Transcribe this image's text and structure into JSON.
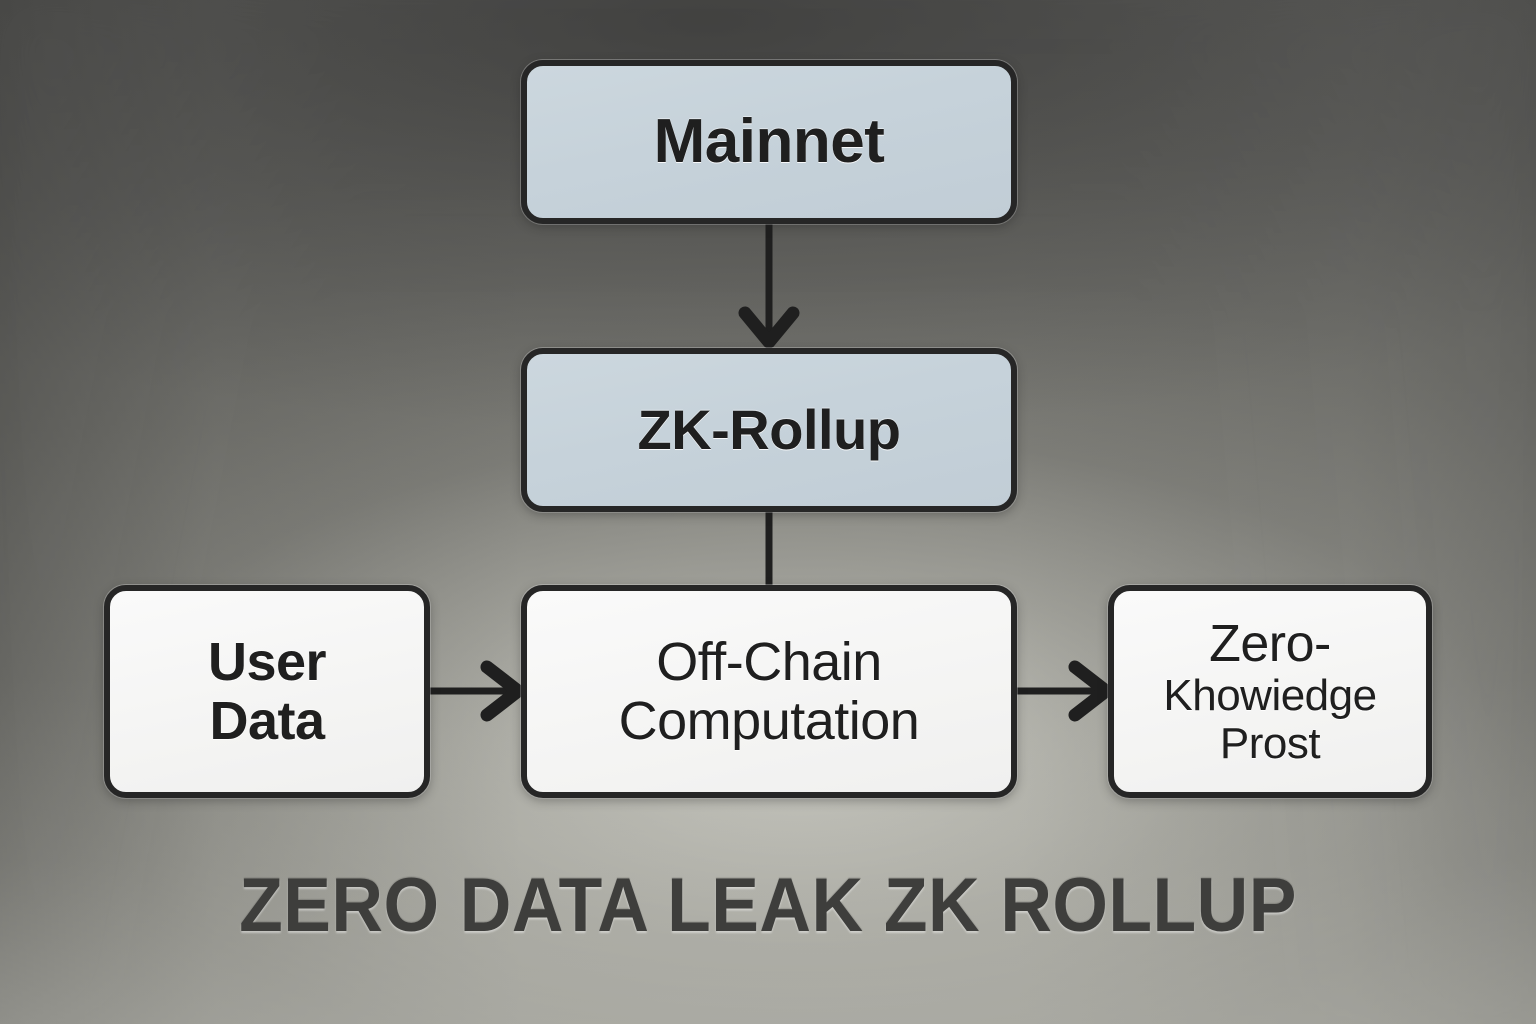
{
  "diagram": {
    "caption": "ZERO DATA LEAK ZK ROLLUP",
    "background_colors": {
      "dark_gray": "#5b5b59",
      "mid_gray": "#8c8c86",
      "light_gray": "#d6d6ce"
    },
    "node_colors": {
      "blue_fill": "#c6d2da",
      "white_fill": "#f5f5f4",
      "border": "#262626",
      "text": "#1f1f1f",
      "caption_text": "#3e3e3c"
    },
    "nodes": [
      {
        "id": "mainnet",
        "label": "Mainnet",
        "fill": "blue"
      },
      {
        "id": "zkrollup",
        "label": "ZK-Rollup",
        "fill": "blue"
      },
      {
        "id": "userdata",
        "label": "User\nData",
        "line1": "User",
        "line2": "Data",
        "fill": "white"
      },
      {
        "id": "offchain",
        "label": "Off-Chain\nComputation",
        "line1": "Off-Chain",
        "line2": "Computation",
        "fill": "white"
      },
      {
        "id": "zkproof",
        "label": "Zero-\nKhowiedge\nProst",
        "line1": "Zero-",
        "line2": "Khowiedge",
        "line3": "Prost",
        "fill": "white"
      }
    ],
    "edges": [
      {
        "id": "mainnet-to-zkrollup",
        "from": "mainnet",
        "to": "zkrollup",
        "direction": "down",
        "arrowhead": true
      },
      {
        "id": "zkrollup-to-offchain",
        "from": "zkrollup",
        "to": "offchain",
        "direction": "down",
        "arrowhead": false
      },
      {
        "id": "userdata-to-offchain",
        "from": "userdata",
        "to": "offchain",
        "direction": "right",
        "arrowhead": true
      },
      {
        "id": "offchain-to-zkproof",
        "from": "offchain",
        "to": "zkproof",
        "direction": "right",
        "arrowhead": true
      }
    ]
  }
}
